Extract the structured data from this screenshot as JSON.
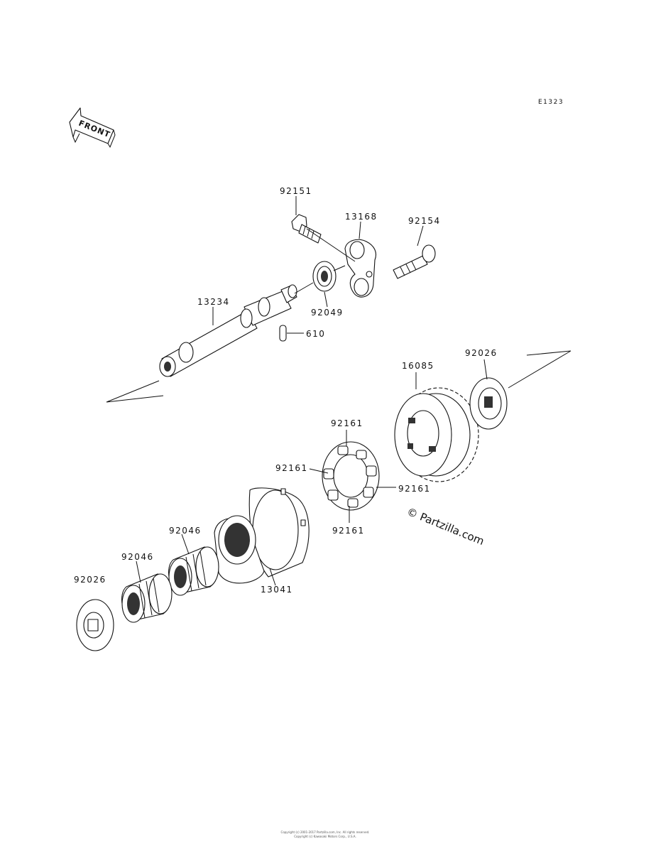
{
  "diagram": {
    "code": "E1323",
    "front_label": "FRONT",
    "watermark": "© Partzilla.com",
    "footer": [
      "Copyright (c) 2001-2017 Partzilla.com, Inc. All rights reserved.",
      "Copyright (c) Kawasaki Motors Corp., U.S.A."
    ],
    "labels": {
      "l92151": "92151",
      "l13168": "13168",
      "l92154": "92154",
      "l13234": "13234",
      "l92049": "92049",
      "l610": "610",
      "l92026a": "92026",
      "l16085": "16085",
      "l92161a": "92161",
      "l92161b": "92161",
      "l92161c": "92161",
      "l92161d": "92161",
      "l92046a": "92046",
      "l92046b": "92046",
      "l92026b": "92026",
      "l13041": "13041"
    }
  }
}
